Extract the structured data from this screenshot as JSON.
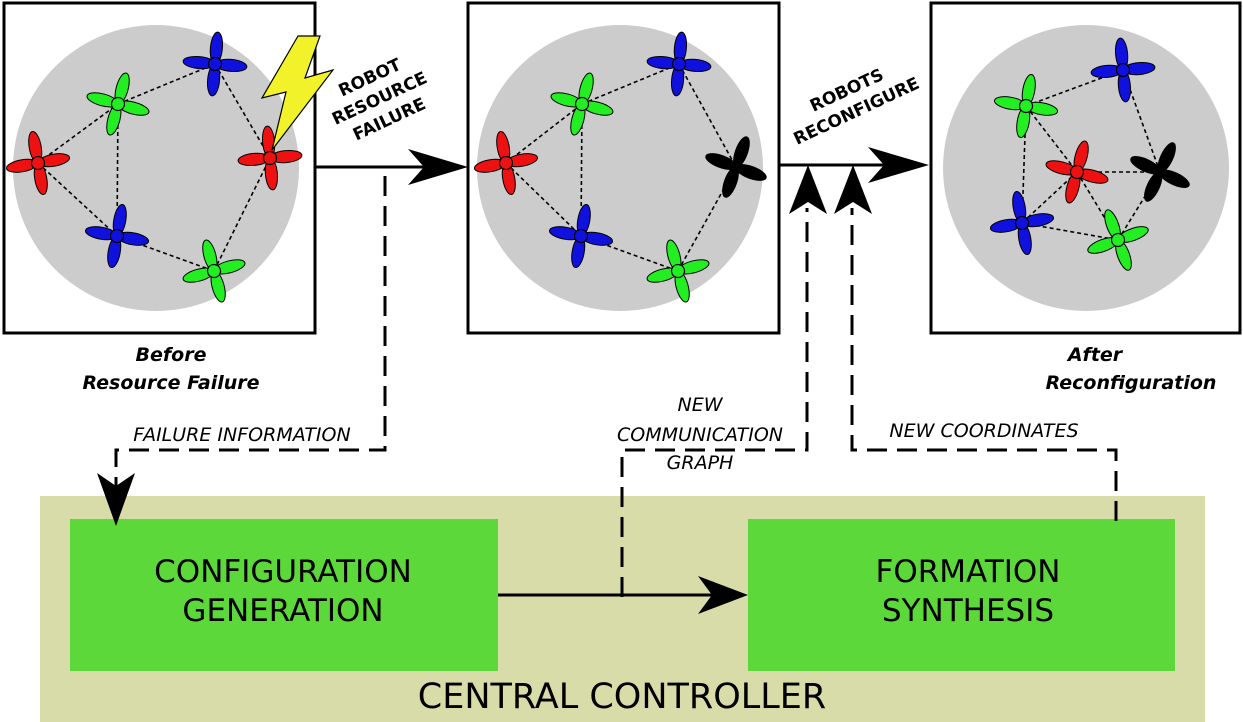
{
  "captions": {
    "before_line1": "Before",
    "before_line2": "Resource Failure",
    "after_line1": "After",
    "after_line2": "Reconfiguration"
  },
  "arrows": {
    "failure_line1": "ROBOT",
    "failure_line2": "RESOURCE",
    "failure_line3": "FAILURE",
    "reconfig_line1": "ROBOTS",
    "reconfig_line2": "RECONFIGURE"
  },
  "signals": {
    "failure_info": "FAILURE INFORMATION",
    "new_comm_line1": "NEW",
    "new_comm_line2": "COMMUNICATION",
    "new_comm_line3": "GRAPH",
    "new_coords": "NEW COORDINATES"
  },
  "controller": {
    "title": "CENTRAL CONTROLLER",
    "config_line1": "CONFIGURATION",
    "config_line2": "GENERATION",
    "formation_line1": "FORMATION",
    "formation_line2": "SYNTHESIS"
  },
  "colors": {
    "red": "#ee1111",
    "green": "#22ee22",
    "blue": "#1111dd",
    "black": "#000000",
    "arena": "#cccccc",
    "controller_bg": "#d8dca8",
    "block_green": "#5cd83a",
    "lightning": "#f2f22a"
  }
}
